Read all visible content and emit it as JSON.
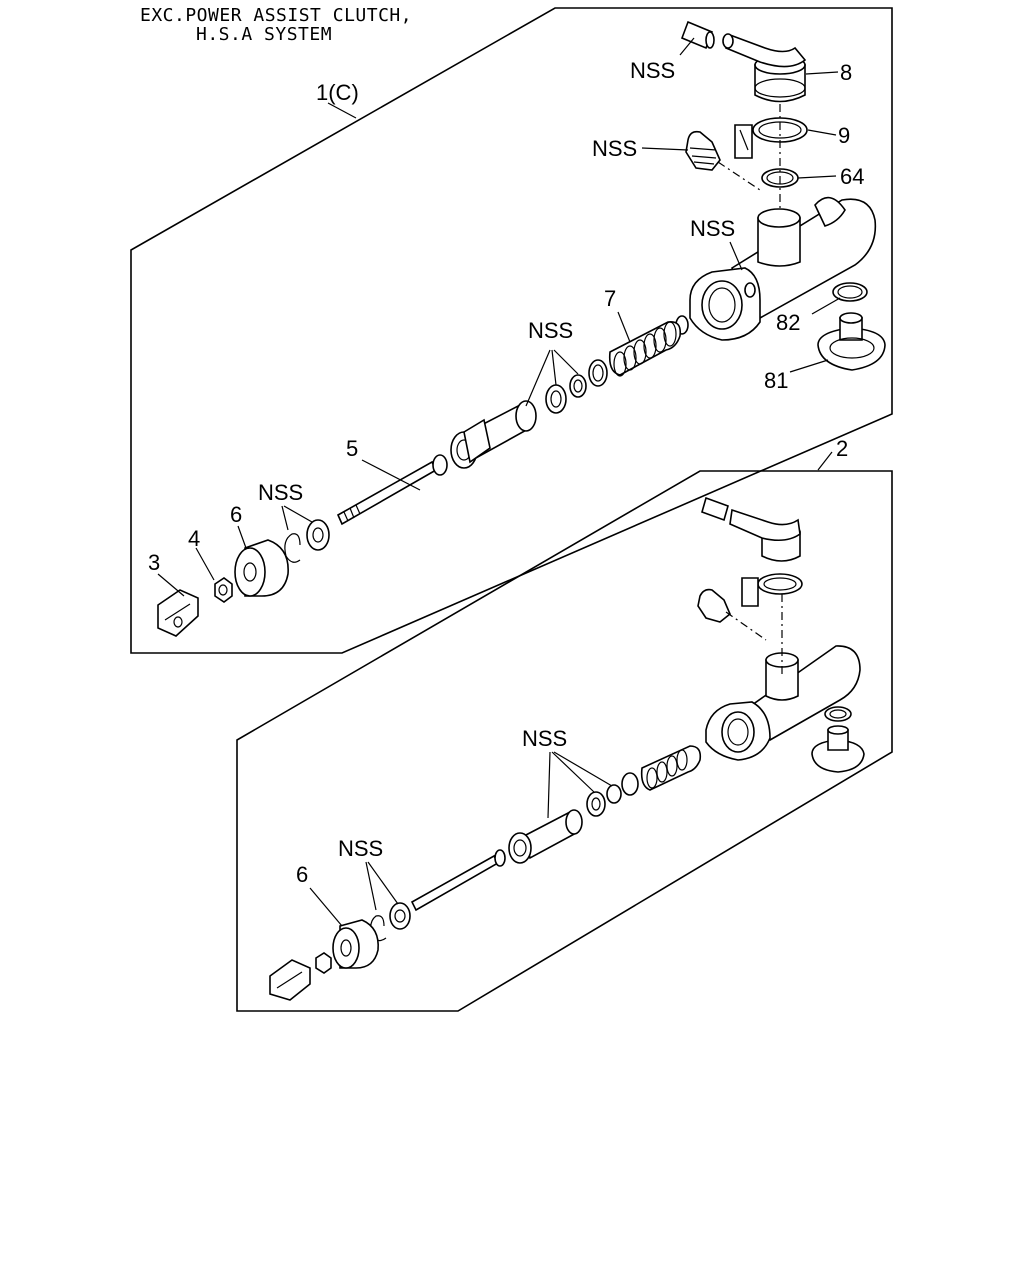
{
  "header": {
    "line1": "EXC.POWER ASSIST CLUTCH,",
    "line2": "H.S.A SYSTEM"
  },
  "labels": {
    "assembly_1": "1(C)",
    "assembly_2": "2",
    "part_8": "8",
    "part_9": "9",
    "part_64": "64",
    "part_82": "82",
    "part_81": "81",
    "part_7": "7",
    "part_5": "5",
    "part_6": "6",
    "part_4": "4",
    "part_3": "3",
    "nss": "NSS"
  }
}
